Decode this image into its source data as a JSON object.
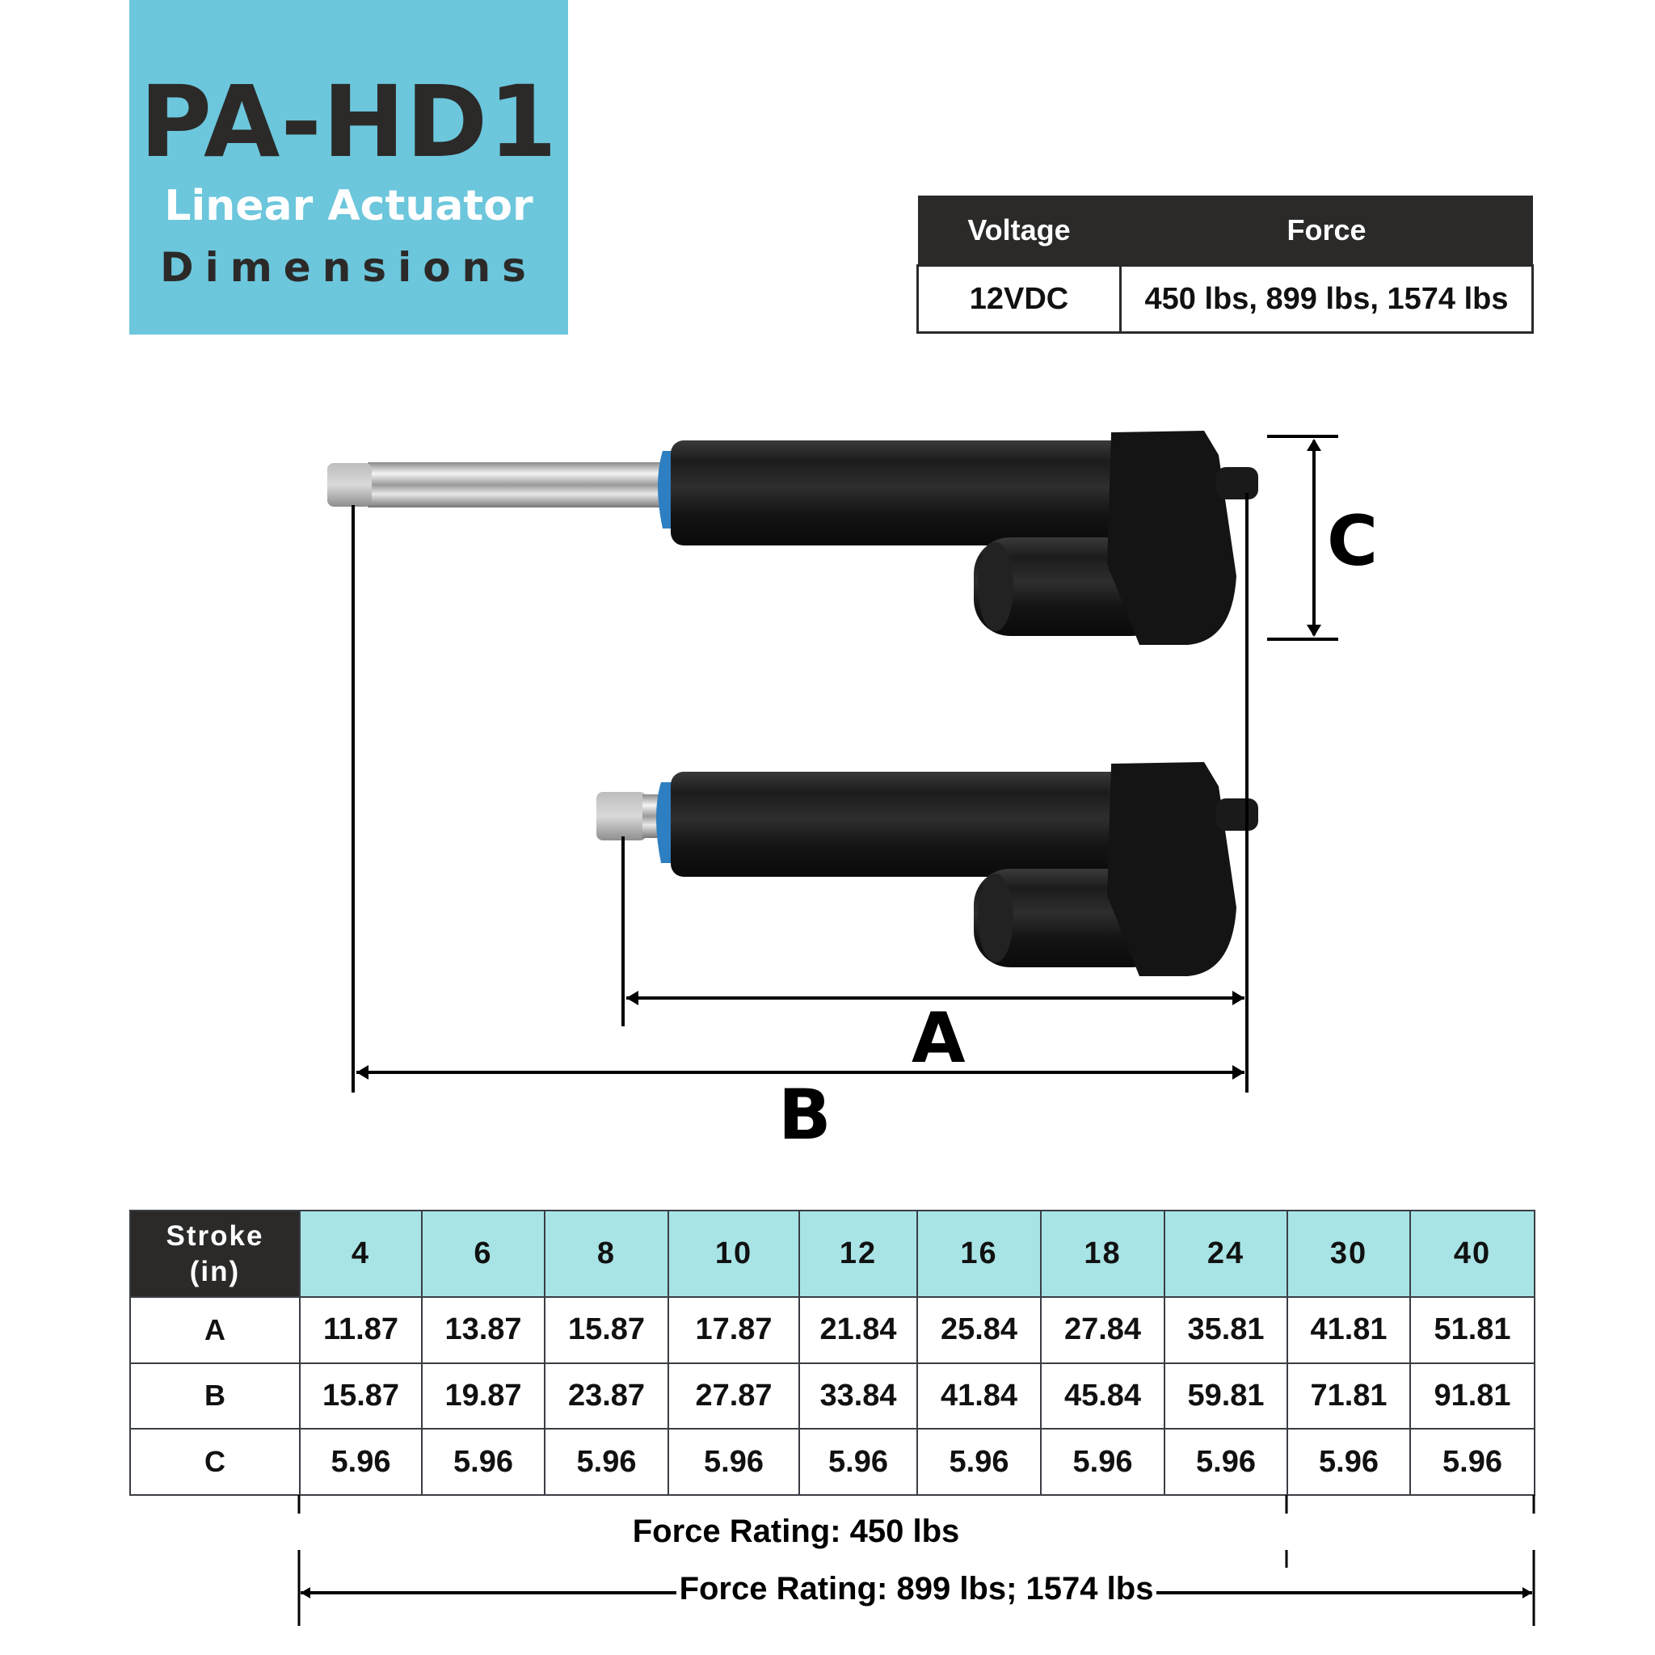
{
  "title": {
    "model": "PA-HD1",
    "subtitle": "Linear Actuator",
    "subtitle2": "Dimensions",
    "bg_color": "#6cc6dc"
  },
  "spec_table": {
    "headers": [
      "Voltage",
      "Force"
    ],
    "row": [
      "12VDC",
      "450 lbs, 899 lbs, 1574 lbs"
    ]
  },
  "diagram": {
    "labels": {
      "a": "A",
      "b": "B",
      "c": "C"
    },
    "views": [
      "extended-actuator",
      "retracted-actuator"
    ]
  },
  "dimensions_table": {
    "corner_label_line1": "Stroke",
    "corner_label_line2": "(in)",
    "strokes": [
      "4",
      "6",
      "8",
      "10",
      "12",
      "16",
      "18",
      "24",
      "30",
      "40"
    ],
    "rows": [
      {
        "label": "A",
        "values": [
          "11.87",
          "13.87",
          "15.87",
          "17.87",
          "21.84",
          "25.84",
          "27.84",
          "35.81",
          "41.81",
          "51.81"
        ]
      },
      {
        "label": "B",
        "values": [
          "15.87",
          "19.87",
          "23.87",
          "27.87",
          "33.84",
          "41.84",
          "45.84",
          "59.81",
          "71.81",
          "91.81"
        ]
      },
      {
        "label": "C",
        "values": [
          "5.96",
          "5.96",
          "5.96",
          "5.96",
          "5.96",
          "5.96",
          "5.96",
          "5.96",
          "5.96",
          "5.96"
        ]
      }
    ],
    "header_color": "#a8e4e6",
    "corner_color": "#2b2a29"
  },
  "force_ratings": [
    {
      "label": "Force Rating: 450 lbs",
      "applies_to_strokes": [
        "4",
        "6",
        "8",
        "10",
        "12",
        "16",
        "18",
        "24"
      ]
    },
    {
      "label": "Force Rating: 899 lbs; 1574 lbs",
      "applies_to_strokes": [
        "4",
        "6",
        "8",
        "10",
        "12",
        "16",
        "18",
        "24",
        "30",
        "40"
      ]
    }
  ]
}
